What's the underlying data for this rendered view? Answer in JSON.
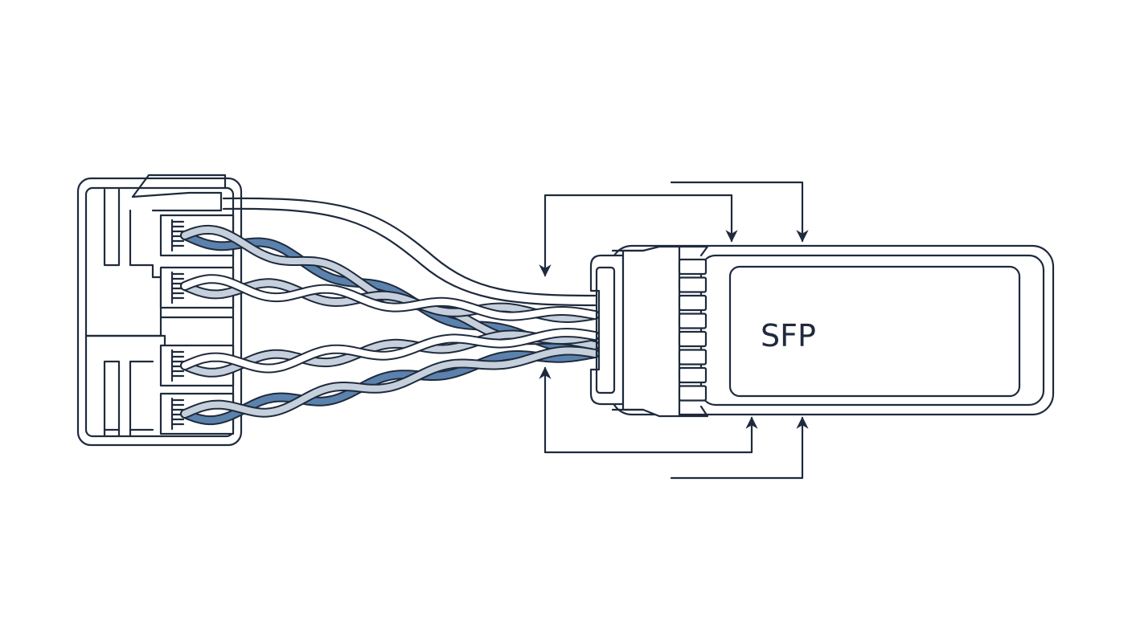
{
  "diagram": {
    "module_label": "SFP",
    "colors": {
      "outline": "#1f2a3c",
      "wire_blue": "#5b82ad",
      "wire_light": "#c5d0dc",
      "wire_white": "#ffffff",
      "background": "#ffffff"
    },
    "pairs": [
      {
        "strand_a": "blue",
        "strand_b": "light"
      },
      {
        "strand_a": "light",
        "strand_b": "white"
      },
      {
        "strand_a": "light",
        "strand_b": "white"
      },
      {
        "strand_a": "blue",
        "strand_b": "light"
      }
    ],
    "sfp_pin_count": 8
  }
}
